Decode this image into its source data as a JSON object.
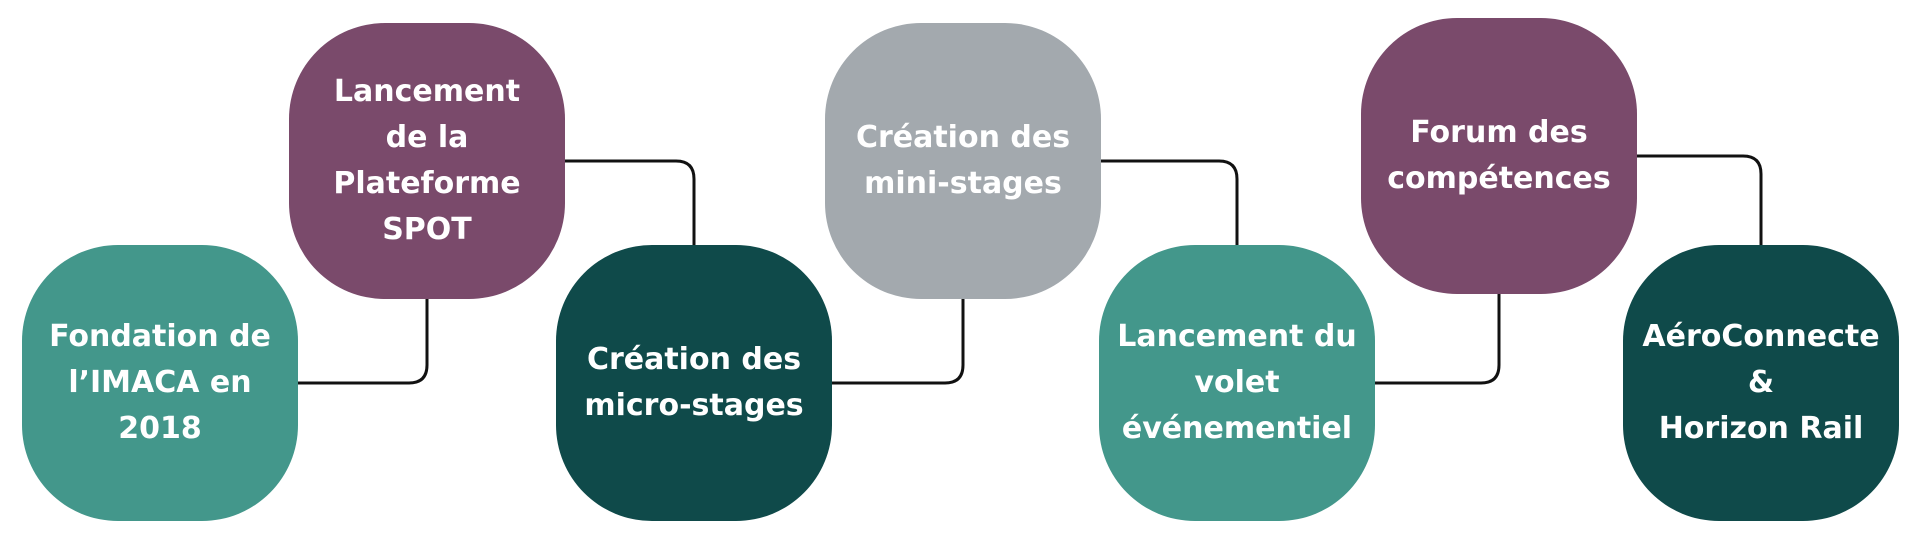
{
  "colors": {
    "teal": "#43978B",
    "plum": "#7A4A6B",
    "gray": "#A3A9AE",
    "dark_teal": "#0F4A4A",
    "connector": "#111111"
  },
  "nodes": [
    {
      "label": "Fondation de\nl’IMACA en\n2018",
      "color": "teal"
    },
    {
      "label": "Lancement\nde la\nPlateforme\nSPOT",
      "color": "plum"
    },
    {
      "label": "Création des\nmicro-stages",
      "color": "dark_teal"
    },
    {
      "label": "Création des\nmini-stages",
      "color": "gray"
    },
    {
      "label": "Lancement du\nvolet\névénementiel",
      "color": "teal"
    },
    {
      "label": "Forum des\ncompétences",
      "color": "plum"
    },
    {
      "label": "AéroConnecte\n&\nHorizon Rail",
      "color": "dark_teal"
    }
  ],
  "connections": [
    [
      0,
      1
    ],
    [
      1,
      2
    ],
    [
      2,
      3
    ],
    [
      3,
      4
    ],
    [
      4,
      5
    ],
    [
      5,
      6
    ]
  ]
}
